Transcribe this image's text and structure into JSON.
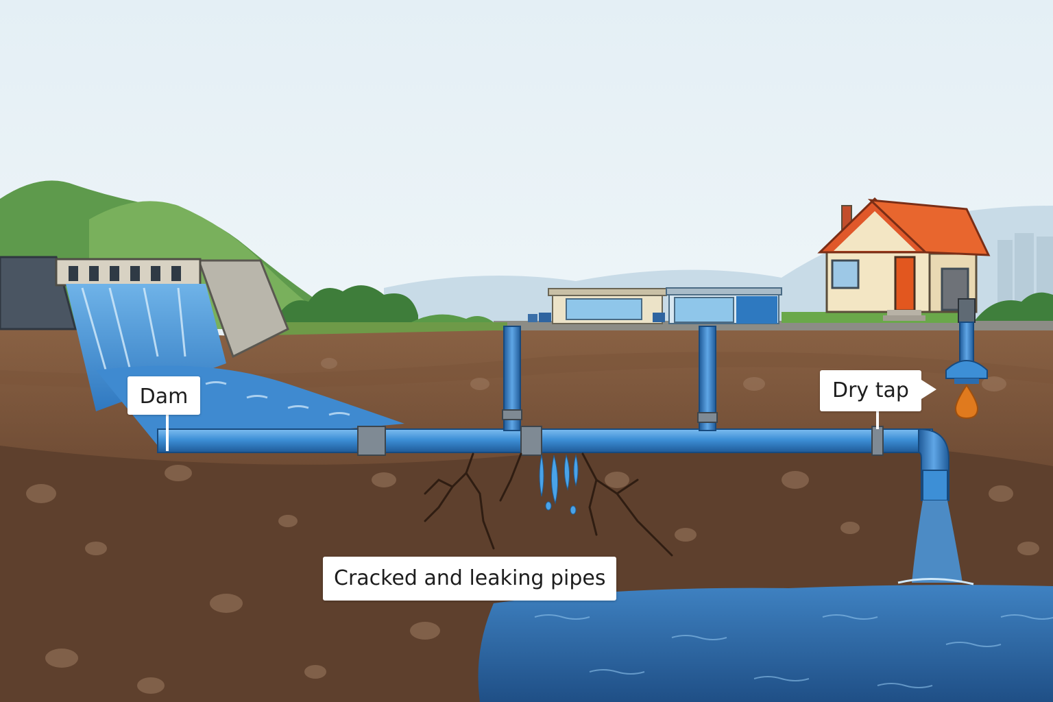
{
  "labels": {
    "dam": "Dam",
    "dry_tap": "Dry tap",
    "cracked_pipes": "Cracked and leaking pipes"
  },
  "colors": {
    "sky": "#e6f0f5",
    "pipe": "#3d8fd6",
    "water": "#2f6fb0",
    "soil": "#6b4a34",
    "roof": "#e0582a",
    "drip": "#e07a1e"
  },
  "icons": [
    "dam-icon",
    "house-icon",
    "building-icon",
    "tap-icon",
    "water-drop-icon",
    "crack-icon"
  ]
}
